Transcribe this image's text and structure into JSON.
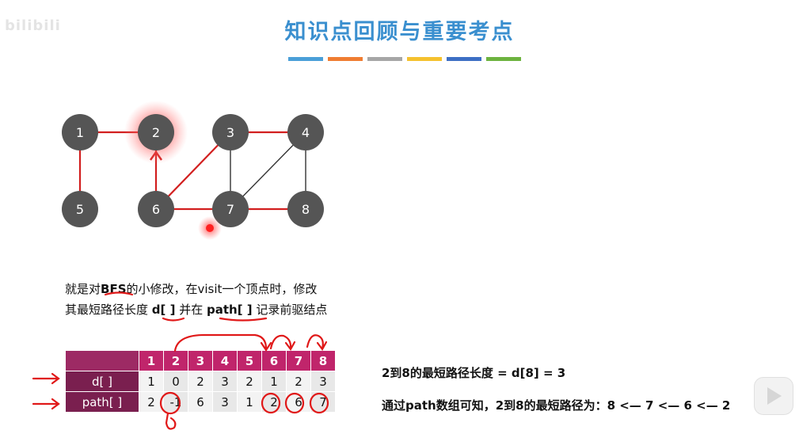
{
  "title": "知识点回顾与重要考点",
  "watermark": "bilibili",
  "color_bar": [
    "#4a9fd8",
    "#ef7d32",
    "#a6a6a6",
    "#f5c12e",
    "#3d6fc4",
    "#6db33f"
  ],
  "graph": {
    "nodes": [
      "1",
      "2",
      "3",
      "4",
      "5",
      "6",
      "7",
      "8"
    ],
    "edge_color": "#d21f1f",
    "node_color": "#555555"
  },
  "description": {
    "line1_a": "就是对",
    "line1_b": "BFS",
    "line1_c": "的小修改，在visit一个顶点时，修改",
    "line2_a": "其最短路径长度 ",
    "line2_b": "d[ ]",
    "line2_c": " 并在 ",
    "line2_d": "path[ ]",
    "line2_e": " 记录前驱结点"
  },
  "table": {
    "columns": [
      "1",
      "2",
      "3",
      "4",
      "5",
      "6",
      "7",
      "8"
    ],
    "rows": [
      {
        "label": "d[ ]",
        "values": [
          "1",
          "0",
          "2",
          "3",
          "2",
          "1",
          "2",
          "3"
        ]
      },
      {
        "label": "path[ ]",
        "values": [
          "2",
          "-1",
          "6",
          "3",
          "1",
          "2",
          "6",
          "7"
        ]
      }
    ]
  },
  "result": {
    "line1": "2到8的最短路径长度 = d[8] = 3",
    "line2": "通过path数组可知，2到8的最短路径为：8  <—  7  <— 6  <—  2"
  }
}
